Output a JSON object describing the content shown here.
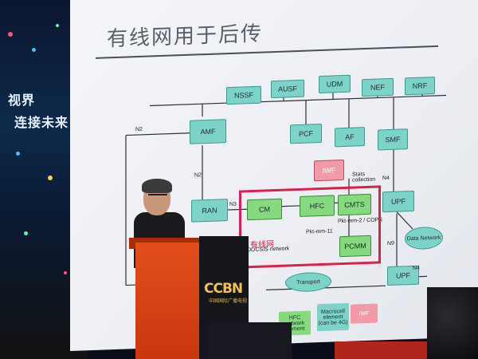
{
  "slide": {
    "title": "有线网用于后传",
    "nodes": {
      "nssf": "NSSF",
      "ausf": "AUSF",
      "udm": "UDM",
      "nef": "NEF",
      "nrf": "NRF",
      "amf": "AMF",
      "pcf": "PCF",
      "af": "AF",
      "smf": "SMF",
      "iwf": "IWF",
      "ran": "RAN",
      "cm": "CM",
      "hfc": "HFC",
      "cmts": "CMTS",
      "pcmm": "PCMM",
      "upf1": "UPF",
      "upf2": "UPF"
    },
    "labels": {
      "n2_top": "N2",
      "n2": "N2",
      "n3": "N3",
      "n4": "N4",
      "n9": "N9",
      "n4b": "N4",
      "stats": "Stats collection",
      "pkt_mm_2": "Pkt-mm-2 / COPS",
      "pkt_mm_11": "Pkt-mm-11"
    },
    "docsis_cn": "有线网",
    "docsis_en": "DOCSIS network",
    "clouds": {
      "data_network": "Data Network",
      "transport": "Transport"
    },
    "legend": {
      "hfc_element": "HFC network element",
      "macrocell": "Macrocell element (can be 4G)",
      "iwf": "IWF"
    },
    "colors": {
      "nf_teal": "#7ed3c8",
      "docsis_green": "#86d97f",
      "iwf_pink": "#f19aa8",
      "docsis_border": "#d9204f"
    }
  },
  "backdrop": {
    "wall_line1": "视界",
    "wall_line2": "连接未来"
  },
  "podium": {
    "logo": "CCBN",
    "logo_sub": "中国国际广播电视"
  }
}
